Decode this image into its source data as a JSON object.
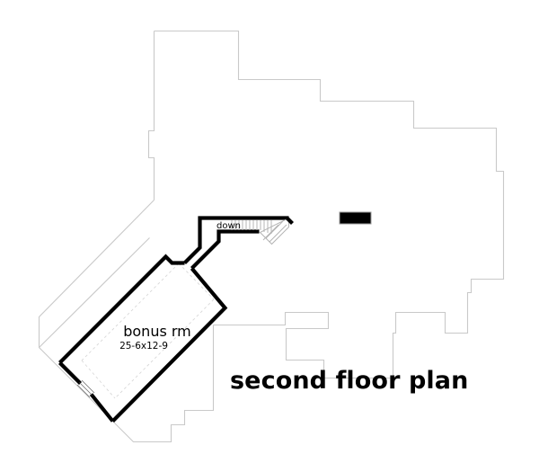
{
  "plan": {
    "title": "second floor plan",
    "drawing_type": "architectural-floor-plan",
    "background_color": "#ffffff",
    "wall_color": "#000000",
    "roof_outline_color": "#c9c9c9",
    "guide_line_color": "#d8d8d8",
    "stair_hatch_color": "#b4b4b4",
    "rooms": [
      {
        "name": "bonus rm",
        "dimensions": "25-6x12-9",
        "orientation": "diagonal"
      }
    ],
    "stairs": {
      "label": "down",
      "tread_count": 12,
      "has_winder": true
    },
    "fixtures": [
      {
        "name": "chimney-flue",
        "fill": "#000000"
      }
    ],
    "openings": [
      {
        "name": "bonus-room-window",
        "wall": "southwest"
      }
    ]
  }
}
